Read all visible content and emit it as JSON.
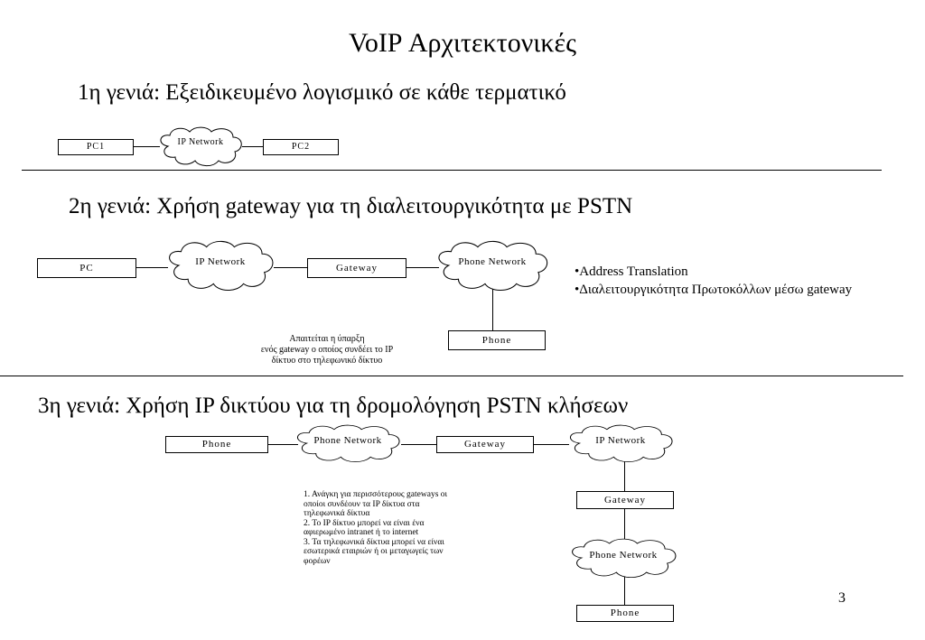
{
  "title": "VoIP Αρχιτεκτονικές",
  "gen1": {
    "heading": "1η γενιά: Εξειδικευμένο λογισμικό σε κάθε τερματικό",
    "pc1": "PC1",
    "cloud": "IP Network",
    "pc2": "PC2"
  },
  "gen2": {
    "heading": "2η γενιά: Χρήση gateway για τη διαλειτουργικότητα με PSTN",
    "pc": "PC",
    "ip_cloud": "IP Network",
    "gateway": "Gateway",
    "phone_cloud": "Phone Network",
    "phone": "Phone",
    "bullets": [
      "•Address Translation",
      "•Διαλειτουργικότητα Πρωτοκόλλων μέσω gateway"
    ],
    "note": [
      "Απαιτείται η ύπαρξη",
      "ενός gateway ο οποίος συνδέει το IP",
      "δίκτυο στο τηλεφωνικό δίκτυο"
    ]
  },
  "gen3": {
    "heading": "3η γενιά: Χρήση IP δικτύου για τη δρομολόγηση PSTN κλήσεων",
    "phone_left": "Phone",
    "phone_cloud_left": "Phone Network",
    "gateway_left": "Gateway",
    "ip_cloud": "IP Network",
    "gateway_right": "Gateway",
    "phone_cloud_right": "Phone Network",
    "phone_right": "Phone",
    "notes": [
      "1. Ανάγκη για περισσότερους gateways οι",
      "οποίοι συνδέουν τα IP δίκτυα στα",
      "τηλεφωνικά δίκτυα",
      "2. Το IP δίκτυο μπορεί να είναι ένα",
      "αφιερωμένο intranet ή το internet",
      "3. Τα τηλεφωνικά δίκτυα μπορεί να είναι",
      "εσωτερικά εταιριών ή οι μεταγωγείς των",
      "φορέων"
    ]
  },
  "page_number": "3"
}
